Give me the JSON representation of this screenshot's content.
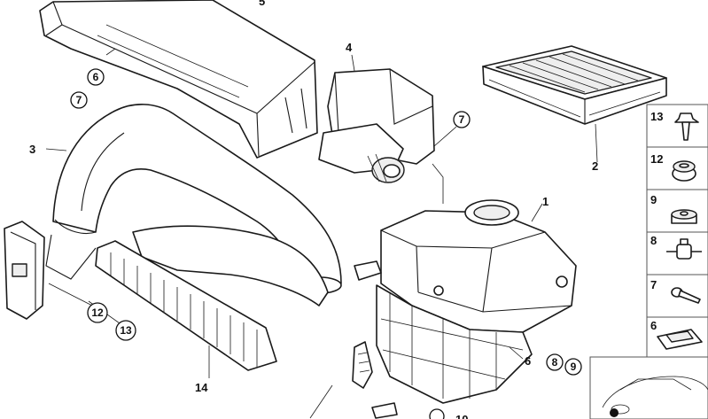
{
  "callouts": {
    "c1": "1",
    "c2": "2",
    "c3": "3",
    "c4": "4",
    "c5": "5",
    "c6a": "6",
    "c7a": "7",
    "c7b": "7",
    "c12a": "12",
    "c13a": "13",
    "c14": "14",
    "c6b": "6",
    "c8b": "8",
    "c9b": "9",
    "c10": "10"
  },
  "legend": {
    "items": [
      {
        "number": "13",
        "icon": "rivet-icon"
      },
      {
        "number": "12",
        "icon": "grommet-icon"
      },
      {
        "number": "9",
        "icon": "bushing-icon"
      },
      {
        "number": "8",
        "icon": "rubber-mount-icon"
      },
      {
        "number": "7",
        "icon": "screw-icon"
      },
      {
        "number": "6",
        "icon": "nut-clip-icon"
      }
    ]
  },
  "colors": {
    "line": "#1a1a1a",
    "background": "#ffffff"
  }
}
